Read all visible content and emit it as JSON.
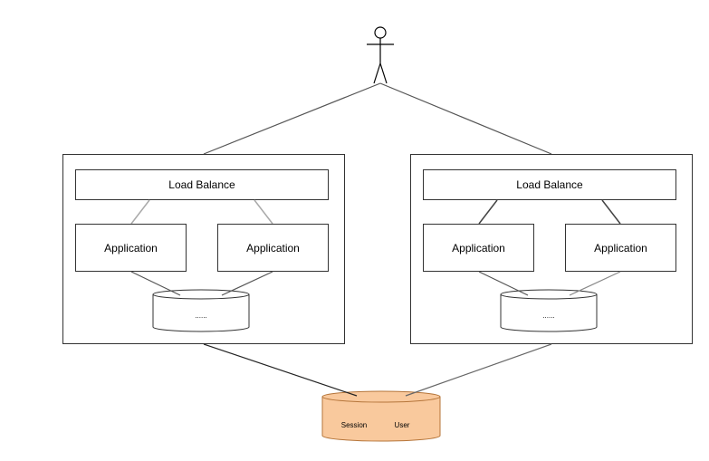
{
  "diagram": {
    "actor": {
      "icon": "stick-figure-user-icon"
    },
    "clusters": [
      {
        "load_balancer": "Load Balance",
        "apps": [
          "Application",
          "Application"
        ],
        "local_store": "......"
      },
      {
        "load_balancer": "Load Balance",
        "apps": [
          "Application",
          "Application"
        ],
        "local_store": "......"
      }
    ],
    "shared_store": {
      "labels": [
        "Session",
        "User"
      ],
      "fill_color": "#f9c99d",
      "stroke_color": "#b5753a"
    }
  }
}
